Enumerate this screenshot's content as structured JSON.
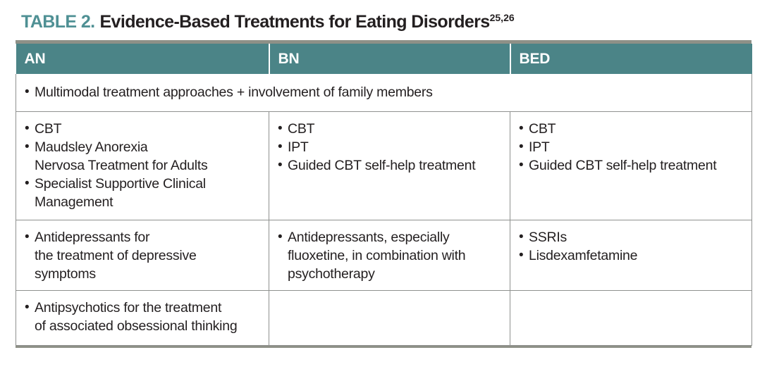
{
  "title": {
    "tag": "TABLE 2.",
    "text": "Evidence-Based Treatments for Eating Disorders",
    "superscript": "25,26"
  },
  "glyphs": {
    "bullet": "•"
  },
  "colors": {
    "header_bg": "#4b8487",
    "title_accent": "#4f9094",
    "top_bar": "#8e9087",
    "cell_border": "#8f918f",
    "text": "#231f20",
    "header_text": "#ffffff"
  },
  "table": {
    "headers": [
      "AN",
      "BN",
      "BED"
    ],
    "span_row": {
      "items": [
        "Multimodal treatment approaches + involvement of family members"
      ]
    },
    "rows": [
      {
        "an": [
          "CBT",
          "Maudsley Anorexia\nNervosa Treatment for Adults",
          "Specialist Supportive Clinical\nManagement"
        ],
        "bn": [
          "CBT",
          "IPT",
          "Guided CBT self-help treatment"
        ],
        "bed": [
          "CBT",
          "IPT",
          "Guided CBT self-help treatment"
        ]
      },
      {
        "an": [
          "Antidepressants for\nthe treatment of depressive\nsymptoms"
        ],
        "bn": [
          "Antidepressants, especially\nfluoxetine, in combination with\npsychotherapy"
        ],
        "bed": [
          "SSRIs",
          "Lisdexamfetamine"
        ]
      },
      {
        "an": [
          "Antipsychotics for the treatment\nof associated obsessional thinking"
        ],
        "bn": [],
        "bed": []
      }
    ]
  }
}
